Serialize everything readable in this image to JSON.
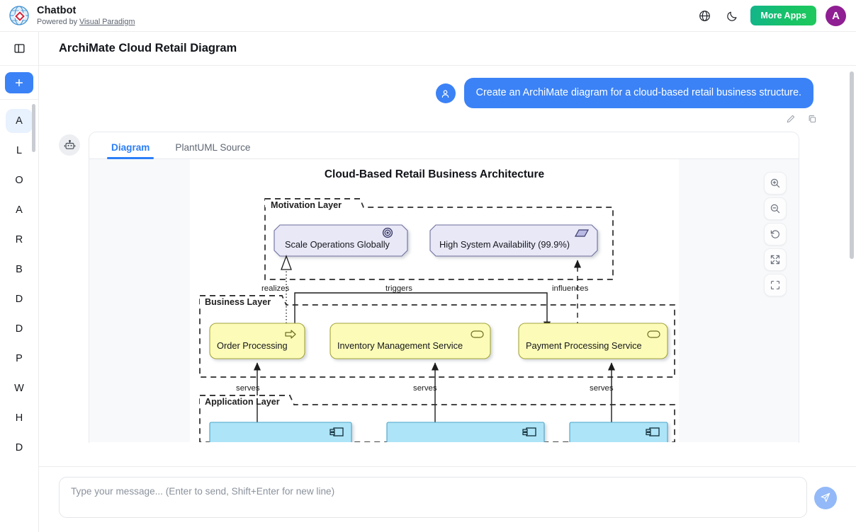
{
  "brand": {
    "title": "Chatbot",
    "powered_prefix": "Powered by ",
    "powered_link": "Visual Paradigm",
    "logo_icon": "visual-paradigm-globe-diamond-logo"
  },
  "topbar": {
    "language_icon": "globe-icon",
    "theme_icon": "moon-icon",
    "more_apps_label": "More Apps",
    "more_apps_color": "#16c266",
    "avatar_initial": "A",
    "avatar_color": "#8f1f92"
  },
  "rail": {
    "toggle_icon": "panel-toggle-icon",
    "new_chat_icon": "plus-icon",
    "new_chat_color": "#3b82f6",
    "items": [
      {
        "label": "A",
        "active": true
      },
      {
        "label": "L",
        "active": false
      },
      {
        "label": "O",
        "active": false
      },
      {
        "label": "A",
        "active": false
      },
      {
        "label": "R",
        "active": false
      },
      {
        "label": "B",
        "active": false
      },
      {
        "label": "D",
        "active": false
      },
      {
        "label": "D",
        "active": false
      },
      {
        "label": "P",
        "active": false
      },
      {
        "label": "W",
        "active": false
      },
      {
        "label": "H",
        "active": false
      },
      {
        "label": "D",
        "active": false
      }
    ]
  },
  "header": {
    "title": "ArchiMate Cloud Retail Diagram"
  },
  "conversation": {
    "user_avatar_icon": "person-icon",
    "user_message": "Create an ArchiMate diagram for a cloud-based retail business structure.",
    "message_actions": [
      {
        "icon": "pencil-edit-icon",
        "name": "edit-message-button"
      },
      {
        "icon": "copy-icon",
        "name": "copy-message-button"
      }
    ],
    "bot_avatar_icon": "robot-icon"
  },
  "result_card": {
    "tabs": [
      {
        "label": "Diagram",
        "active": true
      },
      {
        "label": "PlantUML Source",
        "active": false
      }
    ],
    "zoom_controls": [
      {
        "icon": "zoom-in-icon",
        "name": "zoom-in-button"
      },
      {
        "icon": "zoom-out-icon",
        "name": "zoom-out-button"
      },
      {
        "icon": "reset-rotate-icon",
        "name": "reset-zoom-button"
      },
      {
        "icon": "expand-arrows-icon",
        "name": "fullscreen-button"
      },
      {
        "icon": "fit-frame-icon",
        "name": "fit-to-screen-button"
      }
    ]
  },
  "diagram": {
    "title": "Cloud-Based Retail Business Architecture",
    "layers": [
      {
        "name": "Motivation Layer",
        "elements": [
          {
            "label": "Scale Operations Globally",
            "shape": "octagon",
            "icon": "goal-target-icon",
            "fill": "#e8e8f7"
          },
          {
            "label": "High System Availability (99.9%)",
            "shape": "octagon",
            "icon": "requirement-parallelogram-icon",
            "fill": "#e8e8f7"
          }
        ]
      },
      {
        "name": "Business Layer",
        "elements": [
          {
            "label": "Order Processing",
            "shape": "rounded-rect",
            "icon": "business-process-arrow-icon",
            "fill": "#fcfcb8"
          },
          {
            "label": "Inventory Management Service",
            "shape": "rounded-rect",
            "icon": "business-service-oval-icon",
            "fill": "#fcfcb8"
          },
          {
            "label": "Payment Processing Service",
            "shape": "rounded-rect",
            "icon": "business-service-oval-icon",
            "fill": "#fcfcb8"
          }
        ]
      },
      {
        "name": "Application Layer",
        "elements": [
          {
            "label": "",
            "shape": "rect",
            "icon": "application-component-icon",
            "fill": "#aee4f7"
          },
          {
            "label": "",
            "shape": "rect",
            "icon": "application-component-icon",
            "fill": "#aee4f7"
          },
          {
            "label": "",
            "shape": "rect",
            "icon": "application-component-icon",
            "fill": "#aee4f7"
          }
        ]
      }
    ],
    "relationship_labels": [
      "realizes",
      "triggers",
      "influences",
      "serves",
      "serves",
      "serves"
    ]
  },
  "composer": {
    "placeholder": "Type your message... (Enter to send, Shift+Enter for new line)",
    "value": "",
    "send_icon": "paper-plane-icon"
  }
}
